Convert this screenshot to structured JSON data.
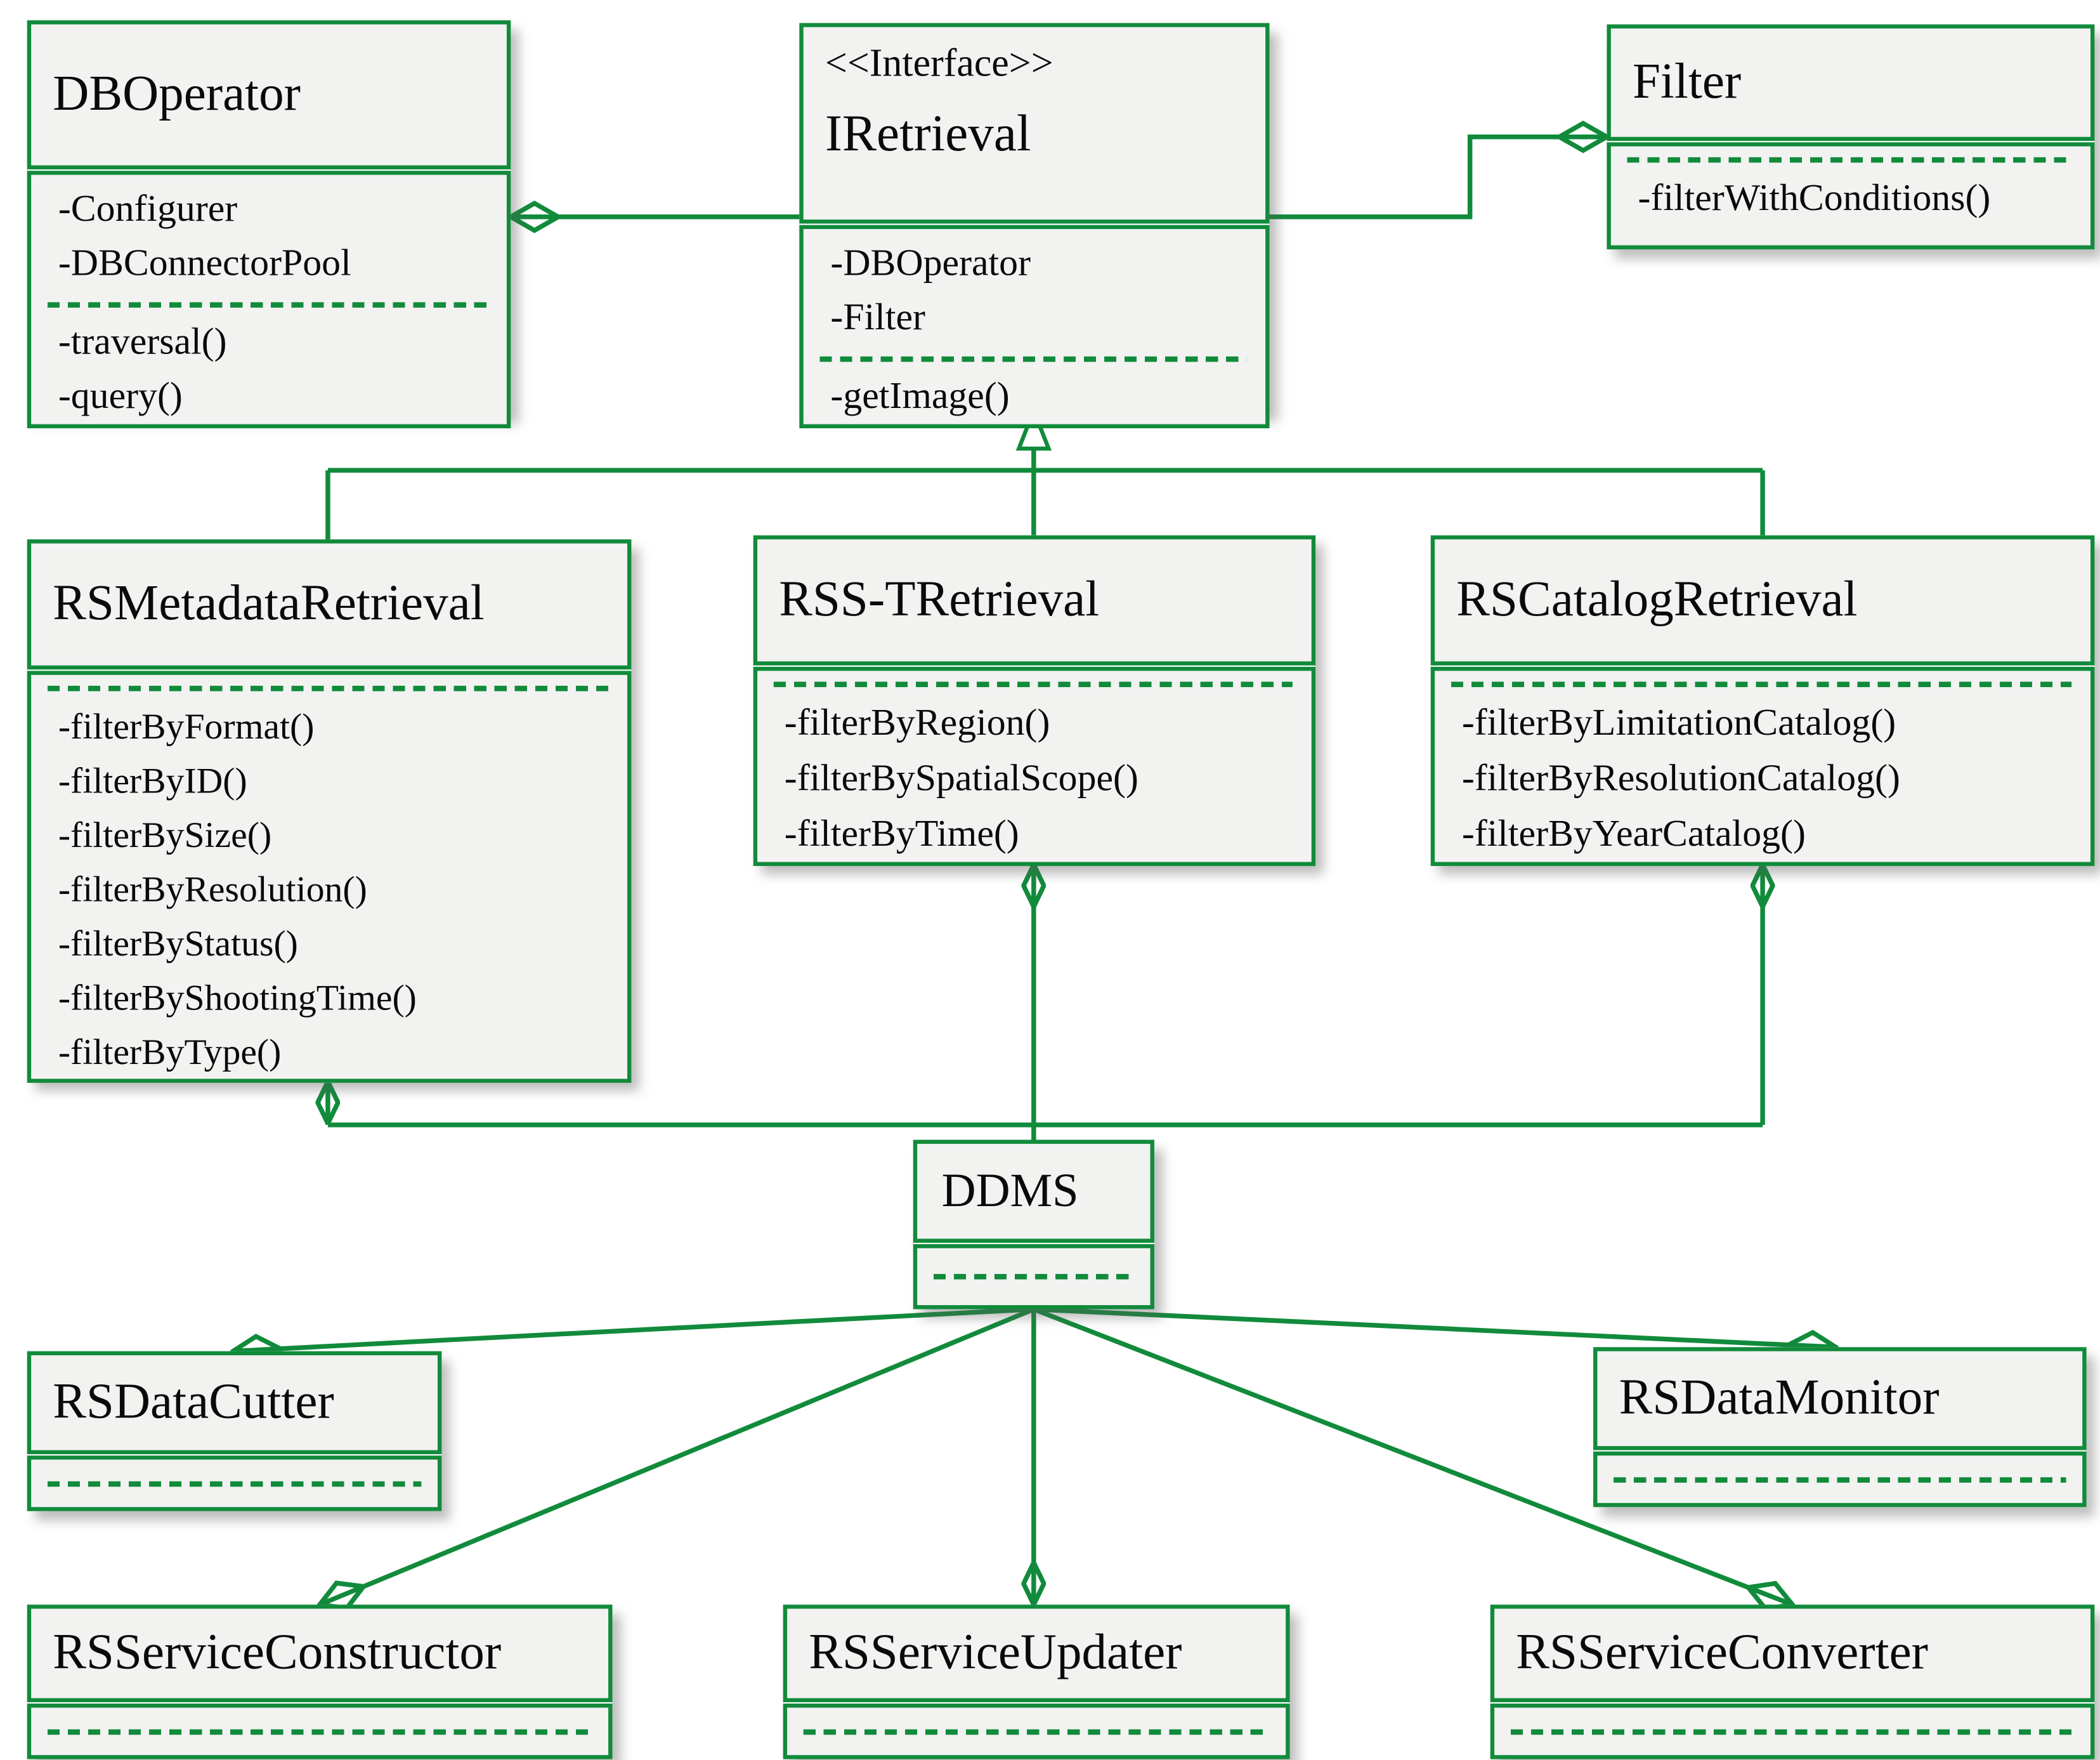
{
  "title": "DDMS remote-sensing retrieval UML class diagram",
  "colors": {
    "accent_green": "#118B3B",
    "box_fill": "#F2F2F1",
    "text": "#0A0A0A",
    "background": "#FFFFFF"
  },
  "classes": {
    "dboperator": {
      "name": "DBOperator",
      "stereotype": "",
      "attributes": [
        "-Configurer",
        "-DBConnectorPool"
      ],
      "methods": [
        "-traversal()",
        "-query()"
      ]
    },
    "iretrieval": {
      "name": "IRetrieval",
      "stereotype": "<<Interface>>",
      "attributes": [
        "-DBOperator",
        "-Filter"
      ],
      "methods": [
        "-getImage()"
      ]
    },
    "filter": {
      "name": "Filter",
      "stereotype": "",
      "attributes": [],
      "methods": [
        "-filterWithConditions()"
      ]
    },
    "rsmetadata": {
      "name": "RSMetadataRetrieval",
      "stereotype": "",
      "attributes": [],
      "methods": [
        "-filterByFormat()",
        "-filterByID()",
        "-filterBySize()",
        "-filterByResolution()",
        "-filterByStatus()",
        "-filterByShootingTime()",
        "-filterByType()"
      ]
    },
    "rsst": {
      "name": "RSS-TRetrieval",
      "stereotype": "",
      "attributes": [],
      "methods": [
        "-filterByRegion()",
        "-filterBySpatialScope()",
        "-filterByTime()"
      ]
    },
    "rscatalog": {
      "name": "RSCatalogRetrieval",
      "stereotype": "",
      "attributes": [],
      "methods": [
        "-filterByLimitationCatalog()",
        "-filterByResolutionCatalog()",
        "-filterByYearCatalog()"
      ]
    },
    "ddms": {
      "name": "DDMS",
      "stereotype": "",
      "attributes": [],
      "methods": []
    },
    "rsdatacutter": {
      "name": "RSDataCutter",
      "stereotype": "",
      "attributes": [],
      "methods": []
    },
    "rsdatamonitor": {
      "name": "RSDataMonitor",
      "stereotype": "",
      "attributes": [],
      "methods": []
    },
    "rsserviceconstructor": {
      "name": "RSServiceConstructor",
      "stereotype": "",
      "attributes": [],
      "methods": []
    },
    "rsserviceupdater": {
      "name": "RSServiceUpdater",
      "stereotype": "",
      "attributes": [],
      "methods": []
    },
    "rsserviceconverter": {
      "name": "RSServiceConverter",
      "stereotype": "",
      "attributes": [],
      "methods": []
    }
  },
  "relationships": [
    {
      "from": "IRetrieval",
      "to": "DBOperator",
      "type": "composition",
      "diamond_at": "DBOperator"
    },
    {
      "from": "IRetrieval",
      "to": "Filter",
      "type": "composition",
      "diamond_at": "Filter"
    },
    {
      "from": "RSMetadataRetrieval",
      "to": "IRetrieval",
      "type": "realization"
    },
    {
      "from": "RSS-TRetrieval",
      "to": "IRetrieval",
      "type": "realization"
    },
    {
      "from": "RSCatalogRetrieval",
      "to": "IRetrieval",
      "type": "realization"
    },
    {
      "from": "DDMS",
      "to": "RSMetadataRetrieval",
      "type": "composition",
      "diamond_at": "RSMetadataRetrieval"
    },
    {
      "from": "DDMS",
      "to": "RSS-TRetrieval",
      "type": "composition",
      "diamond_at": "RSS-TRetrieval"
    },
    {
      "from": "DDMS",
      "to": "RSCatalogRetrieval",
      "type": "composition",
      "diamond_at": "RSCatalogRetrieval"
    },
    {
      "from": "DDMS",
      "to": "RSDataCutter",
      "type": "composition",
      "diamond_at": "RSDataCutter"
    },
    {
      "from": "DDMS",
      "to": "RSDataMonitor",
      "type": "composition",
      "diamond_at": "RSDataMonitor"
    },
    {
      "from": "DDMS",
      "to": "RSServiceConstructor",
      "type": "composition",
      "diamond_at": "RSServiceConstructor"
    },
    {
      "from": "DDMS",
      "to": "RSServiceUpdater",
      "type": "composition",
      "diamond_at": "RSServiceUpdater"
    },
    {
      "from": "DDMS",
      "to": "RSServiceConverter",
      "type": "composition",
      "diamond_at": "RSServiceConverter"
    }
  ]
}
